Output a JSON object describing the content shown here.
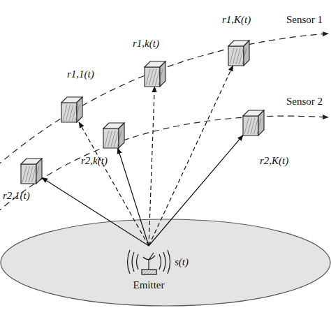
{
  "diagram": {
    "nodes": [
      {
        "text": [
          "r1,1(t)"
        ]
      },
      {
        "text": [
          "r1,k(t)"
        ]
      },
      {
        "text": [
          "r1,K(t)"
        ]
      },
      {
        "text": [
          "r2,1(t)"
        ]
      },
      {
        "text": [
          "r2,k(t)"
        ]
      },
      {
        "text": [
          "r2,K(t)"
        ]
      },
      {
        "text": [
          "s(t)",
          "Emitter"
        ]
      }
    ],
    "edges": [
      {
        "from": 6,
        "to": 0,
        "arrow": "to"
      },
      {
        "from": 6,
        "to": 1,
        "arrow": "to"
      },
      {
        "from": 6,
        "to": 2,
        "arrow": "to"
      },
      {
        "from": 6,
        "to": 3,
        "arrow": "to"
      },
      {
        "from": 6,
        "to": 4,
        "arrow": "to"
      },
      {
        "from": 6,
        "to": 5,
        "arrow": "to"
      }
    ],
    "labels": [
      "Sensor 1",
      "Sensor 2"
    ]
  }
}
